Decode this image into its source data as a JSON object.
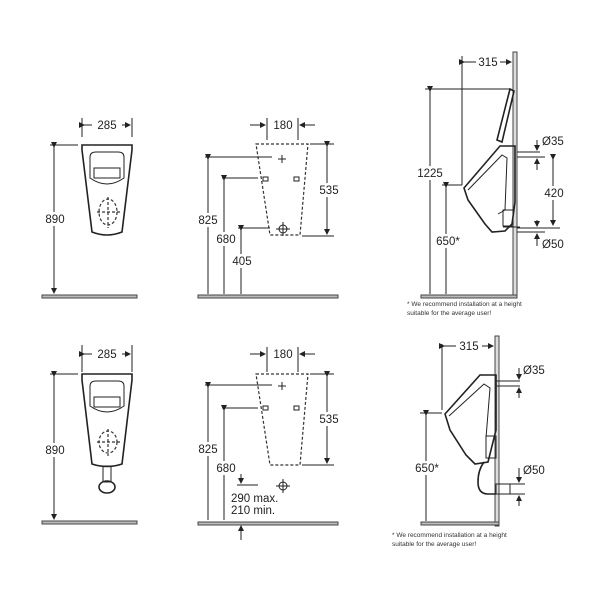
{
  "top_row": {
    "front_view": {
      "width_label": "285",
      "height_label": "890"
    },
    "installation_view": {
      "width_label": "180",
      "h1_label": "825",
      "h2_label": "680",
      "h3_label": "405",
      "outlet_span_label": "535"
    },
    "side_view": {
      "depth_label": "315",
      "total_height_label": "1225",
      "rim_height_label": "650*",
      "inlet_label": "Ø35",
      "spacing_label": "420",
      "outlet_label": "Ø50",
      "note_line1": "* We recommend installation at a height",
      "note_line2": "suitable  for the average user!"
    }
  },
  "bottom_row": {
    "front_view": {
      "width_label": "285",
      "height_label": "890"
    },
    "installation_view": {
      "width_label": "180",
      "h1_label": "825",
      "h2_label": "680",
      "outlet_span_label": "535",
      "drain_max_label": "290 max.",
      "drain_min_label": "210 min."
    },
    "side_view": {
      "depth_label": "315",
      "rim_height_label": "650*",
      "inlet_label": "Ø35",
      "outlet_label": "Ø50",
      "note_line1": "* We recommend installation at a height",
      "note_line2": "suitable  for the average user!"
    }
  }
}
